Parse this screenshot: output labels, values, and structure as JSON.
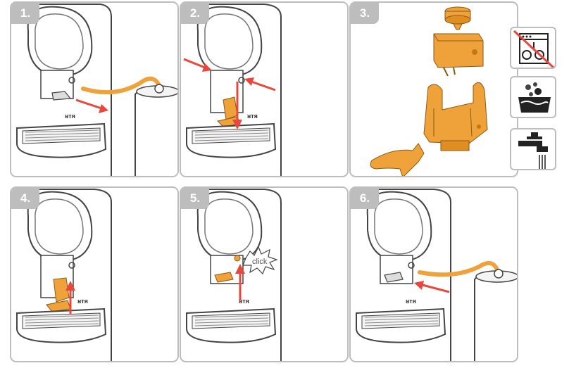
{
  "steps": [
    {
      "label": "1."
    },
    {
      "label": "2."
    },
    {
      "label": "3."
    },
    {
      "label": "4."
    },
    {
      "label": "5."
    },
    {
      "label": "6."
    }
  ],
  "click_label": "click",
  "icons": {
    "no_dishwasher": "dishwasher-crossed-icon",
    "soak": "washing-basin-icon",
    "rinse": "water-tap-icon"
  },
  "colors": {
    "accent_orange": "#f0a23a",
    "arrow_red": "#e8473c",
    "frame_grey": "#bdbdbd"
  }
}
